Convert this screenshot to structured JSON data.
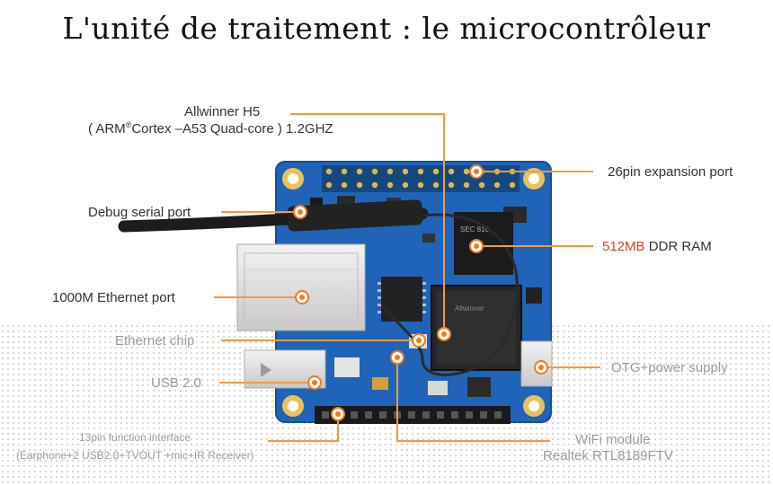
{
  "title": "L'unité de traitement : le microcontrôleur",
  "labels": {
    "cpu_line1": "Allwinner H5",
    "cpu_line2_prefix": "( ARM",
    "cpu_reg": "®",
    "cpu_line2_suffix": "Cortex –A53 Quad-core ) 1.2GHZ",
    "expansion": "26pin expansion port",
    "debug": "Debug serial port",
    "ram_size": "512MB",
    "ram_rest": " DDR RAM",
    "ethernet": "1000M Ethernet port",
    "eth_chip": "Ethernet chip",
    "usb": "USB 2.0",
    "otg": "OTG+power supply",
    "func_line1": "13pin function interface",
    "func_line2": "(Earphone+2 USB2.0+TVOUT +mic+IR Receiver)",
    "wifi_line1": "WiFi module",
    "wifi_line2": "Realtek RTL8189FTV"
  },
  "colors": {
    "leader": "#f39a3c",
    "marker": "#f07a1a",
    "board": "#1f64b8",
    "ram_highlight": "#e4411f"
  },
  "board_text": {
    "ram_chip": "SEC 810",
    "wifi_chip": "Allwinner"
  }
}
